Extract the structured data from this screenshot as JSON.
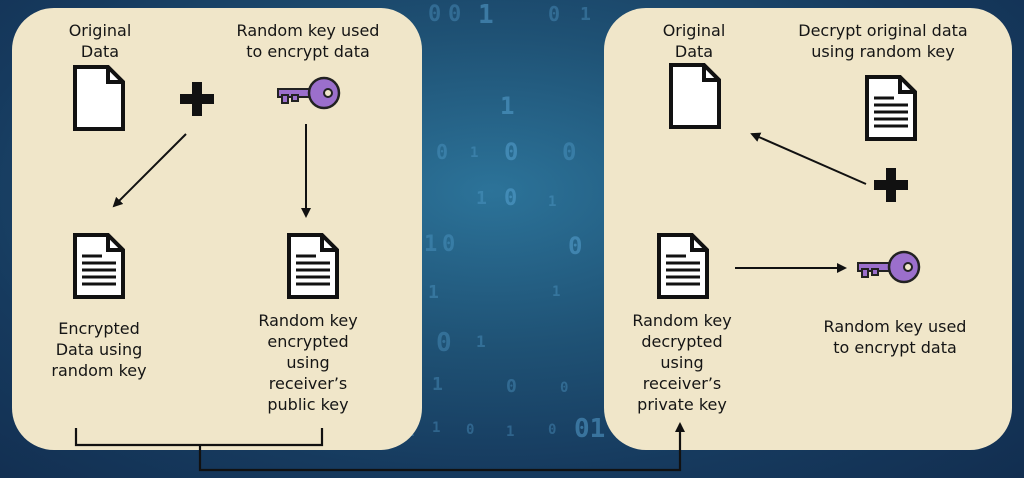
{
  "left_panel": {
    "original_data": "Original\nData",
    "random_key": "Random key used\nto encrypt data",
    "encrypted_data": "Encrypted\nData using\nrandom key",
    "random_key_encrypted": "Random key\nencrypted\nusing\nreceiver’s\npublic key"
  },
  "right_panel": {
    "original_data": "Original\nData",
    "decrypt_original": "Decrypt original data\nusing random key",
    "random_key_decrypted": "Random key\ndecrypted\nusing\nreceiver’s\nprivate key",
    "random_key_used": "Random key used\nto encrypt data"
  },
  "background_digits": [
    "0",
    "0",
    "1",
    "0",
    "1",
    "1",
    "0",
    "1",
    "0",
    "0",
    "1",
    "0",
    "1",
    "1",
    "0",
    "0",
    "1",
    "1",
    "0",
    "1",
    "1",
    "0",
    "0",
    "1",
    "0",
    "1",
    "0",
    "1",
    "01"
  ],
  "colors": {
    "panel": "#f0e6c9",
    "key": "#9b6fcc",
    "ink": "#111111"
  }
}
